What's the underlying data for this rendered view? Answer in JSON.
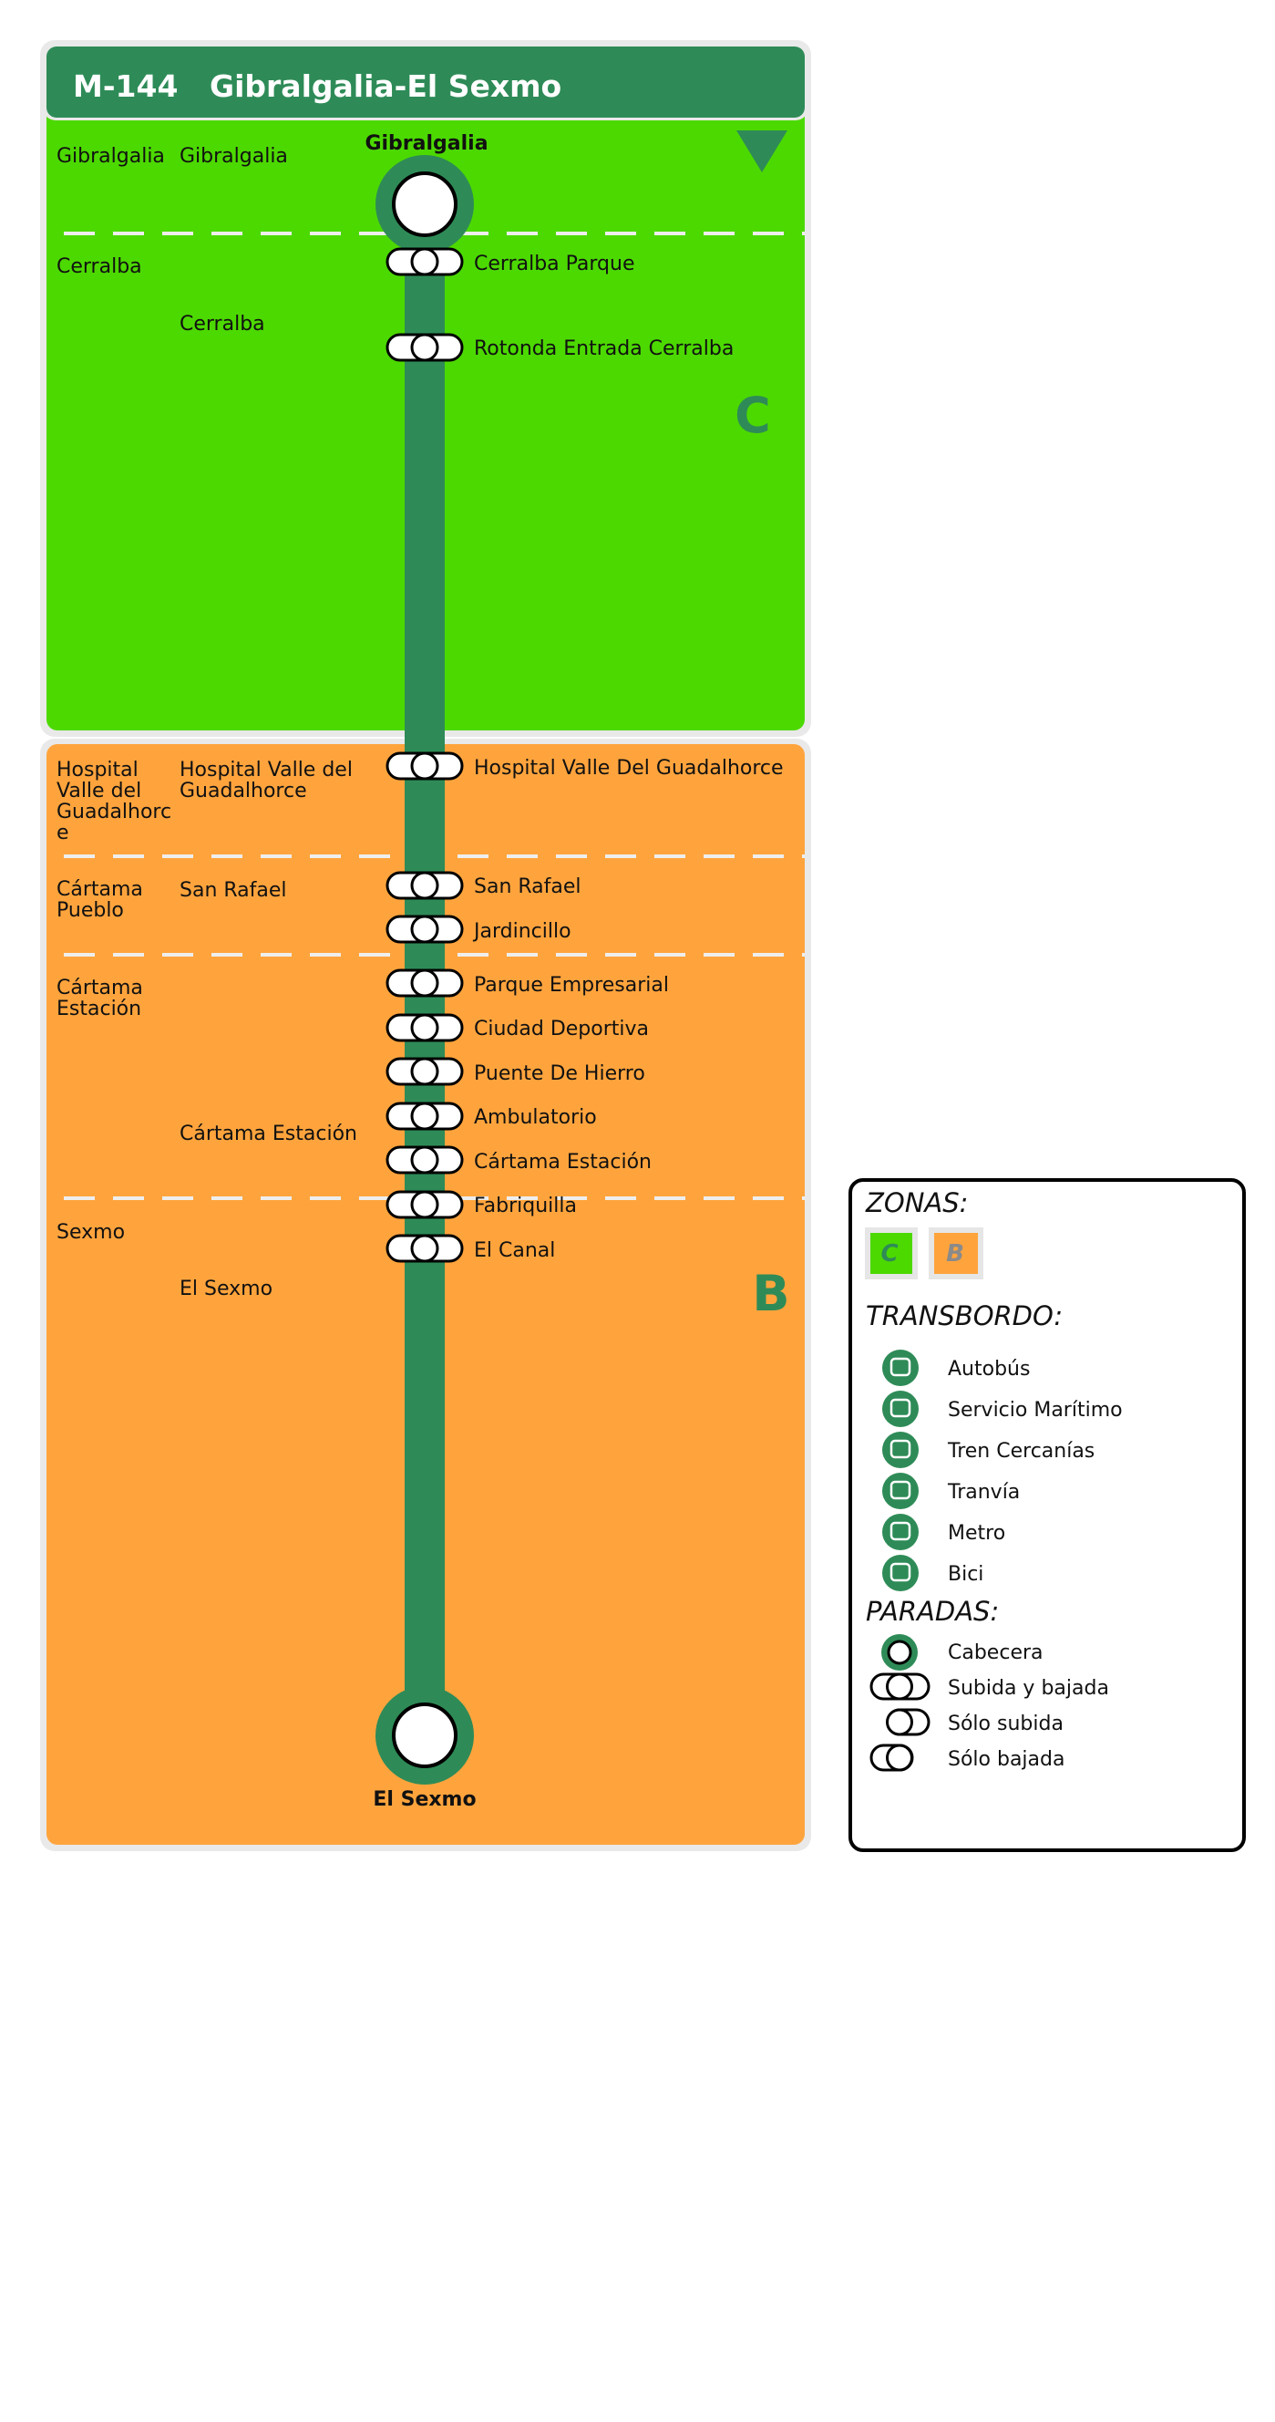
{
  "header": {
    "route_code": "M-144",
    "route_name": "Gibralgalia-El Sexmo"
  },
  "colors": {
    "line": "#2e8b57",
    "zone_c": "#4cd900",
    "zone_b": "#ffa43d",
    "header": "#2e8b57",
    "zone_letter": "#2e8b57"
  },
  "zones": [
    {
      "id": "C",
      "letter": "C",
      "color": "#4cd900"
    },
    {
      "id": "B",
      "letter": "B",
      "color": "#ffa43d"
    }
  ],
  "terminals": {
    "start": "Gibralgalia",
    "end": "El Sexmo"
  },
  "municipalities": [
    "Gibralgalia",
    "Cerralba",
    "Hospital Valle del Guadalhorce",
    "Cártama Pueblo",
    "Cártama Estación",
    "Sexmo"
  ],
  "localities": [
    "Gibralgalia",
    "Cerralba",
    "Hospital Valle del Guadalhorce",
    "San Rafael",
    "Cártama Estación",
    "El Sexmo"
  ],
  "stops": [
    "Cerralba Parque",
    "Rotonda Entrada Cerralba",
    "Hospital Valle Del Guadalhorce",
    "San Rafael",
    "Jardincillo",
    "Parque Empresarial",
    "Ciudad Deportiva",
    "Puente De Hierro",
    "Ambulatorio",
    "Cártama Estación",
    "Fabriquilla",
    "El Canal"
  ],
  "legend": {
    "zones_title": "ZONAS:",
    "transfer_title": "TRANSBORDO:",
    "transfer_items": [
      {
        "label": "Autobús",
        "icon": "bus-icon"
      },
      {
        "label": "Servicio Marítimo",
        "icon": "ship-icon"
      },
      {
        "label": "Tren Cercanías",
        "icon": "train-icon"
      },
      {
        "label": "Tranvía",
        "icon": "tram-icon"
      },
      {
        "label": "Metro",
        "icon": "metro-icon"
      },
      {
        "label": "Bici",
        "icon": "bicycle-icon"
      }
    ],
    "stops_title": "PARADAS:",
    "stop_items": [
      {
        "label": "Cabecera"
      },
      {
        "label": "Subida y bajada"
      },
      {
        "label": "Sólo subida"
      },
      {
        "label": "Sólo bajada"
      }
    ]
  }
}
